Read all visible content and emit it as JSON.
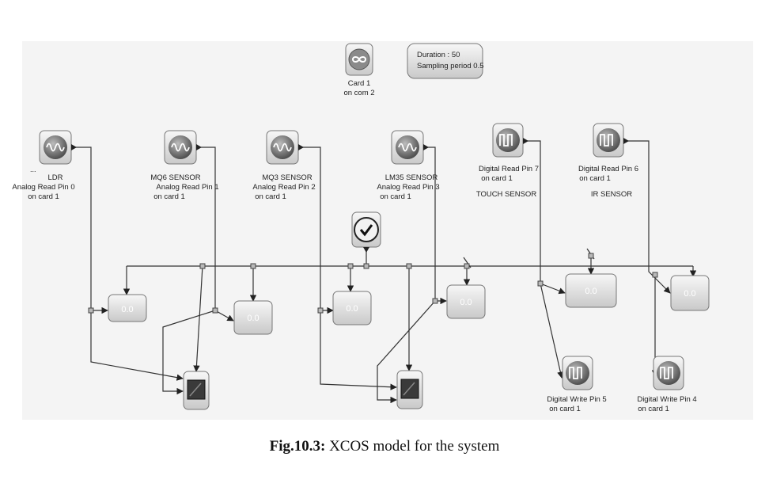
{
  "settings_box": {
    "line1": "Duration : 50",
    "line2": "Sampling period 0.5"
  },
  "card": {
    "line1": "Card 1",
    "line2": "on com 2"
  },
  "sources": [
    {
      "lines": [
        "LDR",
        "Analog Read Pin 0",
        "on card 1"
      ],
      "ellipsis": "..."
    },
    {
      "lines": [
        "MQ6 SENSOR",
        "Analog Read Pin 1",
        "on card 1"
      ]
    },
    {
      "lines": [
        "MQ3 SENSOR",
        "Analog Read Pin 2",
        "on card 1"
      ]
    },
    {
      "lines": [
        "LM35 SENSOR",
        "Analog Read Pin 3",
        "on card 1"
      ]
    },
    {
      "lines": [
        "Digital Read Pin 7",
        "on card 1",
        "TOUCH SENSOR"
      ]
    },
    {
      "lines": [
        "Digital Read Pin 6",
        "on card 1",
        "IR SENSOR"
      ]
    }
  ],
  "displays": [
    "0.0",
    "0.0",
    "0.0",
    "0.0",
    "0.0",
    "0.0"
  ],
  "writes": [
    {
      "lines": [
        "Digital Write Pin 5",
        "on card 1"
      ]
    },
    {
      "lines": [
        "Digital Write Pin 4",
        "on card 1"
      ]
    }
  ],
  "icons": {
    "sine": "sine-wave-icon",
    "pulse": "pulse-wave-icon",
    "clock": "clock-check-icon",
    "scope": "scope-icon",
    "arduino": "infinity-icon"
  },
  "caption": {
    "label": "Fig.10.3:",
    "text": " XCOS model for the system"
  }
}
